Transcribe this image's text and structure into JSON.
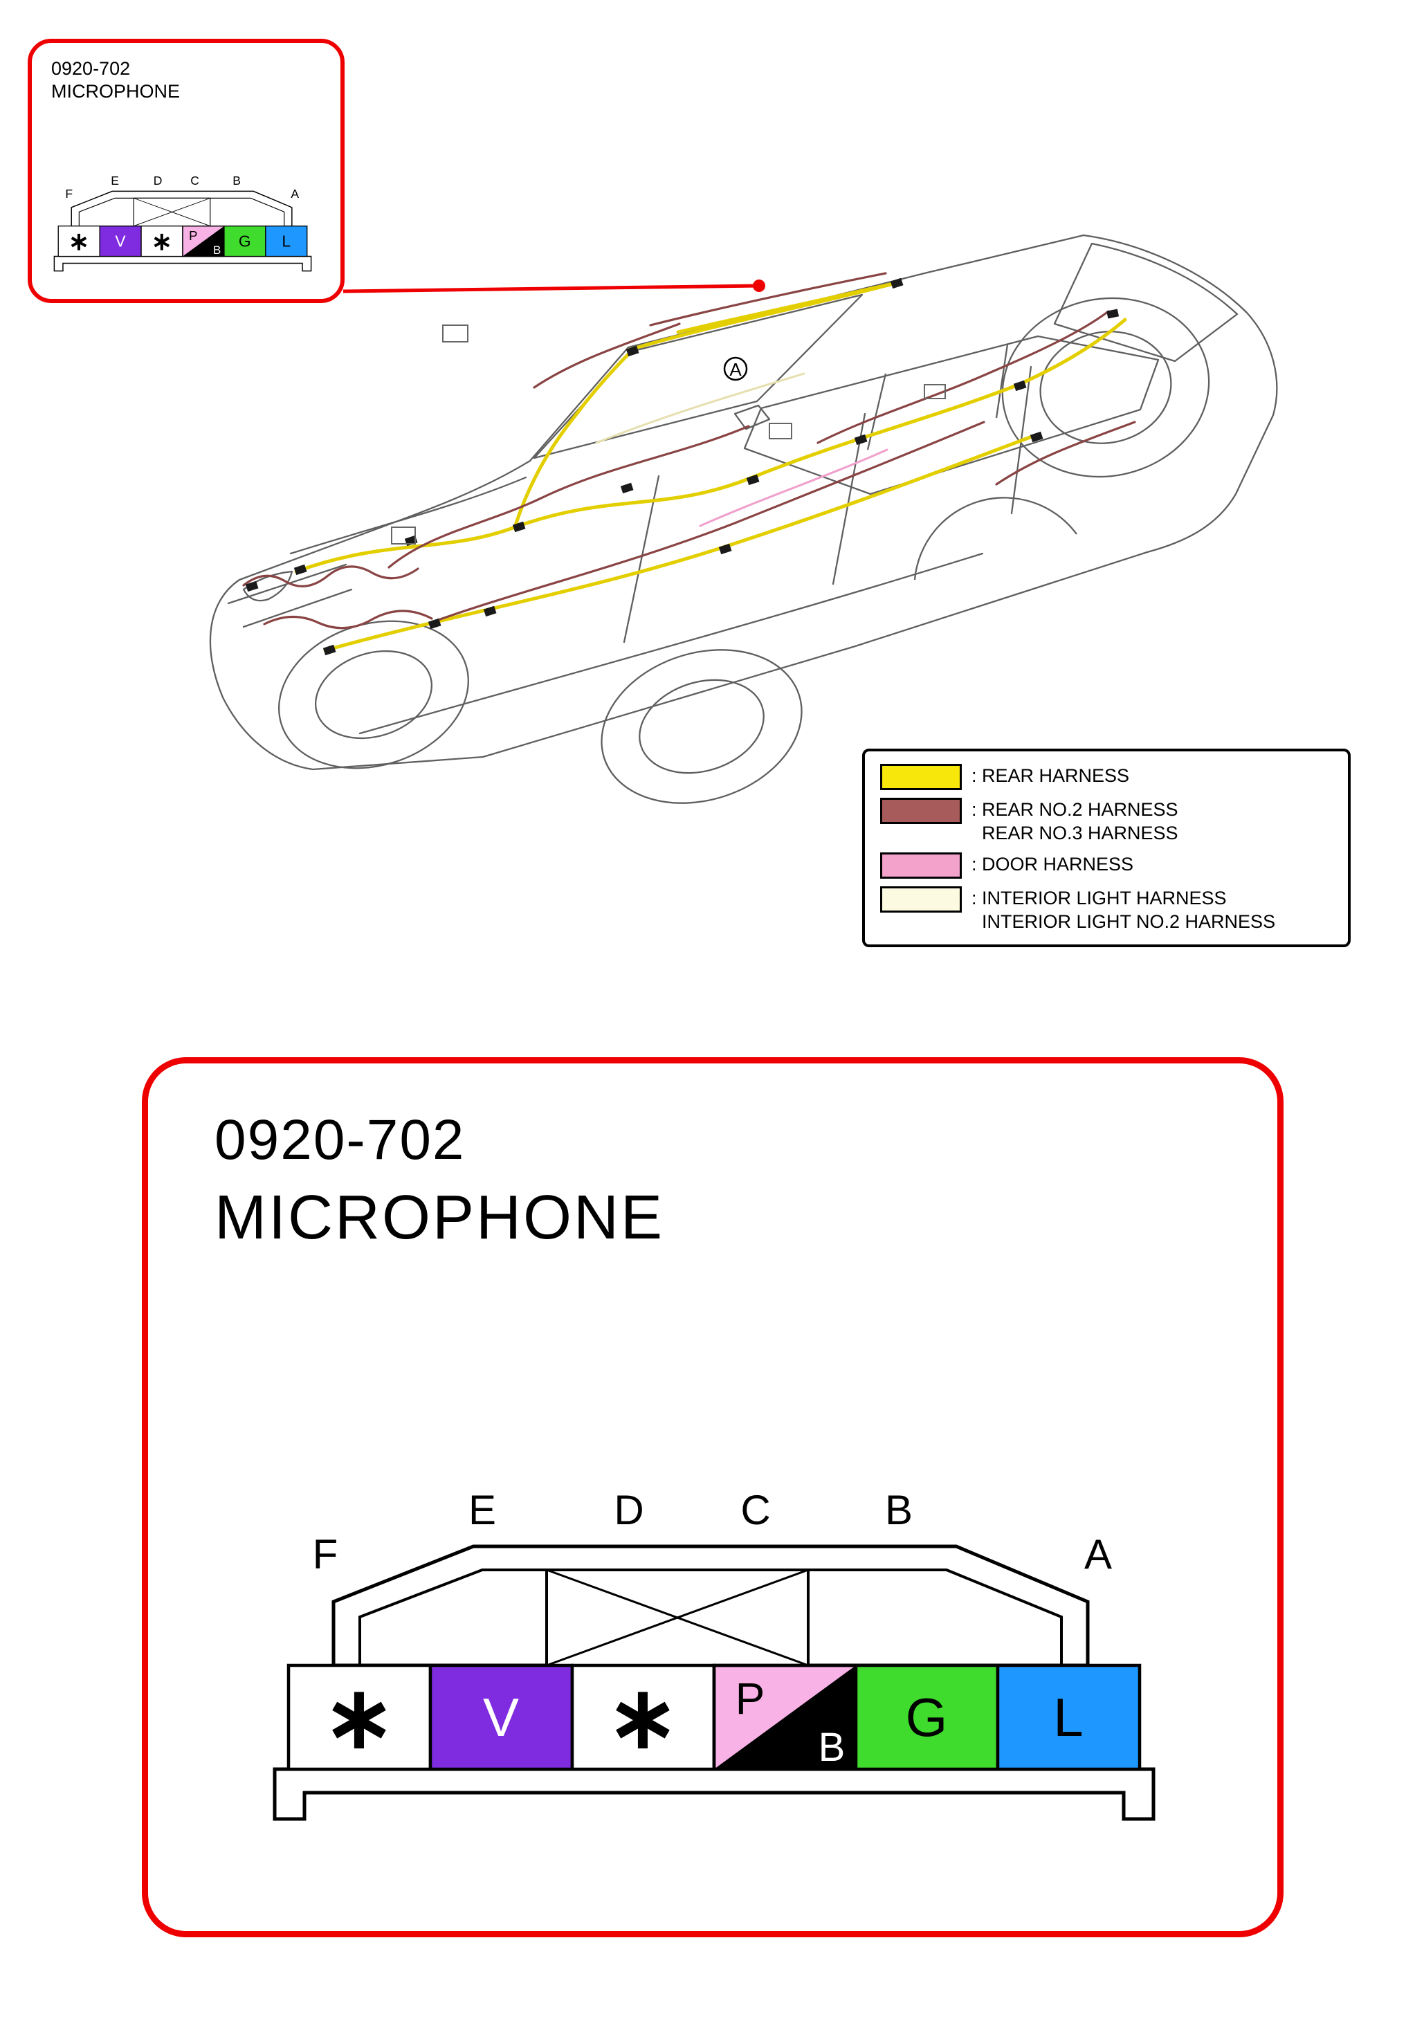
{
  "theme": {
    "accent_red": "#EE0000"
  },
  "part": {
    "code": "0920-702",
    "name": "MICROPHONE"
  },
  "car": {
    "callout_label": "A"
  },
  "legend": {
    "items": [
      {
        "swatch_color": "#F7E70A",
        "line1": ": REAR HARNESS",
        "line2": ""
      },
      {
        "swatch_color": "#A85B5B",
        "line1": ": REAR NO.2 HARNESS",
        "line2": "REAR NO.3 HARNESS"
      },
      {
        "swatch_color": "#F2A2CB",
        "line1": ": DOOR HARNESS",
        "line2": ""
      },
      {
        "swatch_color": "#FCFBE2",
        "line1": ": INTERIOR LIGHT HARNESS",
        "line2": "INTERIOR LIGHT NO.2 HARNESS"
      }
    ]
  },
  "connector": {
    "pins": [
      "F",
      "E",
      "D",
      "C",
      "B",
      "A"
    ],
    "cells": [
      {
        "label": "∗",
        "bg": "#FFFFFF",
        "fg": "#000000"
      },
      {
        "label": "V",
        "bg": "#7F2BE0",
        "fg": "#FFFFFF"
      },
      {
        "label": "∗",
        "bg": "#FFFFFF",
        "fg": "#000000"
      },
      {
        "label": "P",
        "bg": "#F8B2E6",
        "fg": "#000000",
        "label2": "B",
        "label2_fg": "#FFFFFF",
        "triangle_color": "#000000"
      },
      {
        "label": "G",
        "bg": "#3FDC2E",
        "fg": "#000000"
      },
      {
        "label": "L",
        "bg": "#1E97FF",
        "fg": "#000000"
      }
    ]
  }
}
